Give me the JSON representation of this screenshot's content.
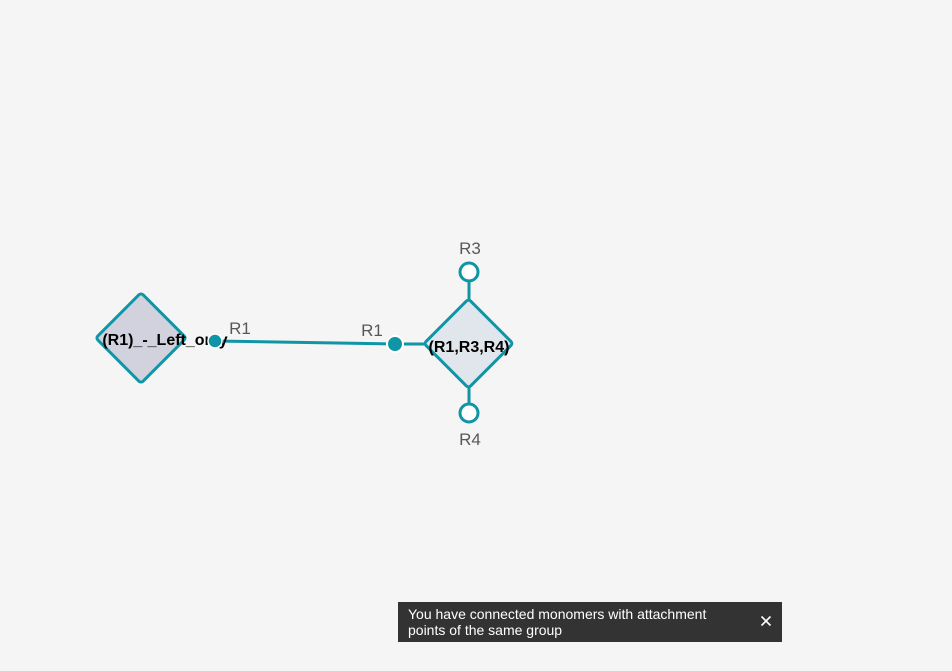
{
  "canvas": {
    "monomers": [
      {
        "name": "monomer-left-only",
        "label": "(R1)_-_Left_only",
        "fill": "#d2d2de",
        "attachments": [
          {
            "name": "attachment-r1-left-monomer",
            "label": "R1",
            "connected": true
          }
        ]
      },
      {
        "name": "monomer-r1-r3-r4",
        "label": "(R1,R3,R4)",
        "fill": "#e1e5ec",
        "attachments": [
          {
            "name": "attachment-r1-right-monomer",
            "label": "R1",
            "connected": true
          },
          {
            "name": "attachment-r3",
            "label": "R3",
            "connected": false
          },
          {
            "name": "attachment-r4",
            "label": "R4",
            "connected": false
          }
        ]
      }
    ],
    "colors": {
      "accent": "#0f95a5",
      "background": "#f5f5f5",
      "attachment_label": "#585858",
      "monomer_label": "#000000"
    }
  },
  "notification": {
    "message": "You have connected monomers with attachment points of the same group",
    "close_icon": "close-icon",
    "background": "#333333"
  }
}
